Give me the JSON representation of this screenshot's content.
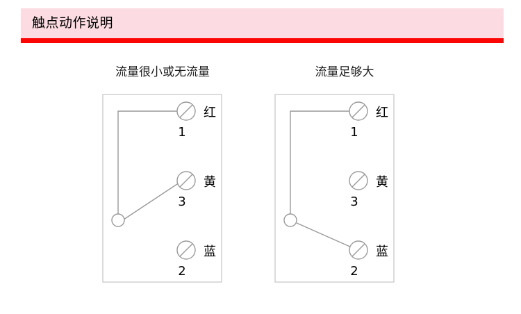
{
  "header": {
    "title": "触点动作说明",
    "fill_color": "#fcdce2",
    "rule_color": "#fb0505"
  },
  "diagrams": [
    {
      "id": "low-flow",
      "caption": "流量很小或无流量",
      "pivot": {
        "name": "common-pivot"
      },
      "terminals": [
        {
          "color_label": "红",
          "number": "1",
          "connected": "true"
        },
        {
          "color_label": "黄",
          "number": "3",
          "connected": "true"
        },
        {
          "color_label": "蓝",
          "number": "2",
          "connected": "false"
        }
      ]
    },
    {
      "id": "high-flow",
      "caption": "流量足够大",
      "pivot": {
        "name": "common-pivot"
      },
      "terminals": [
        {
          "color_label": "红",
          "number": "1",
          "connected": "true"
        },
        {
          "color_label": "黄",
          "number": "3",
          "connected": "false"
        },
        {
          "color_label": "蓝",
          "number": "2",
          "connected": "true"
        }
      ]
    }
  ],
  "style": {
    "line_color": "#999999",
    "box_color": "#c9c9c9",
    "text_color": "#000000"
  }
}
